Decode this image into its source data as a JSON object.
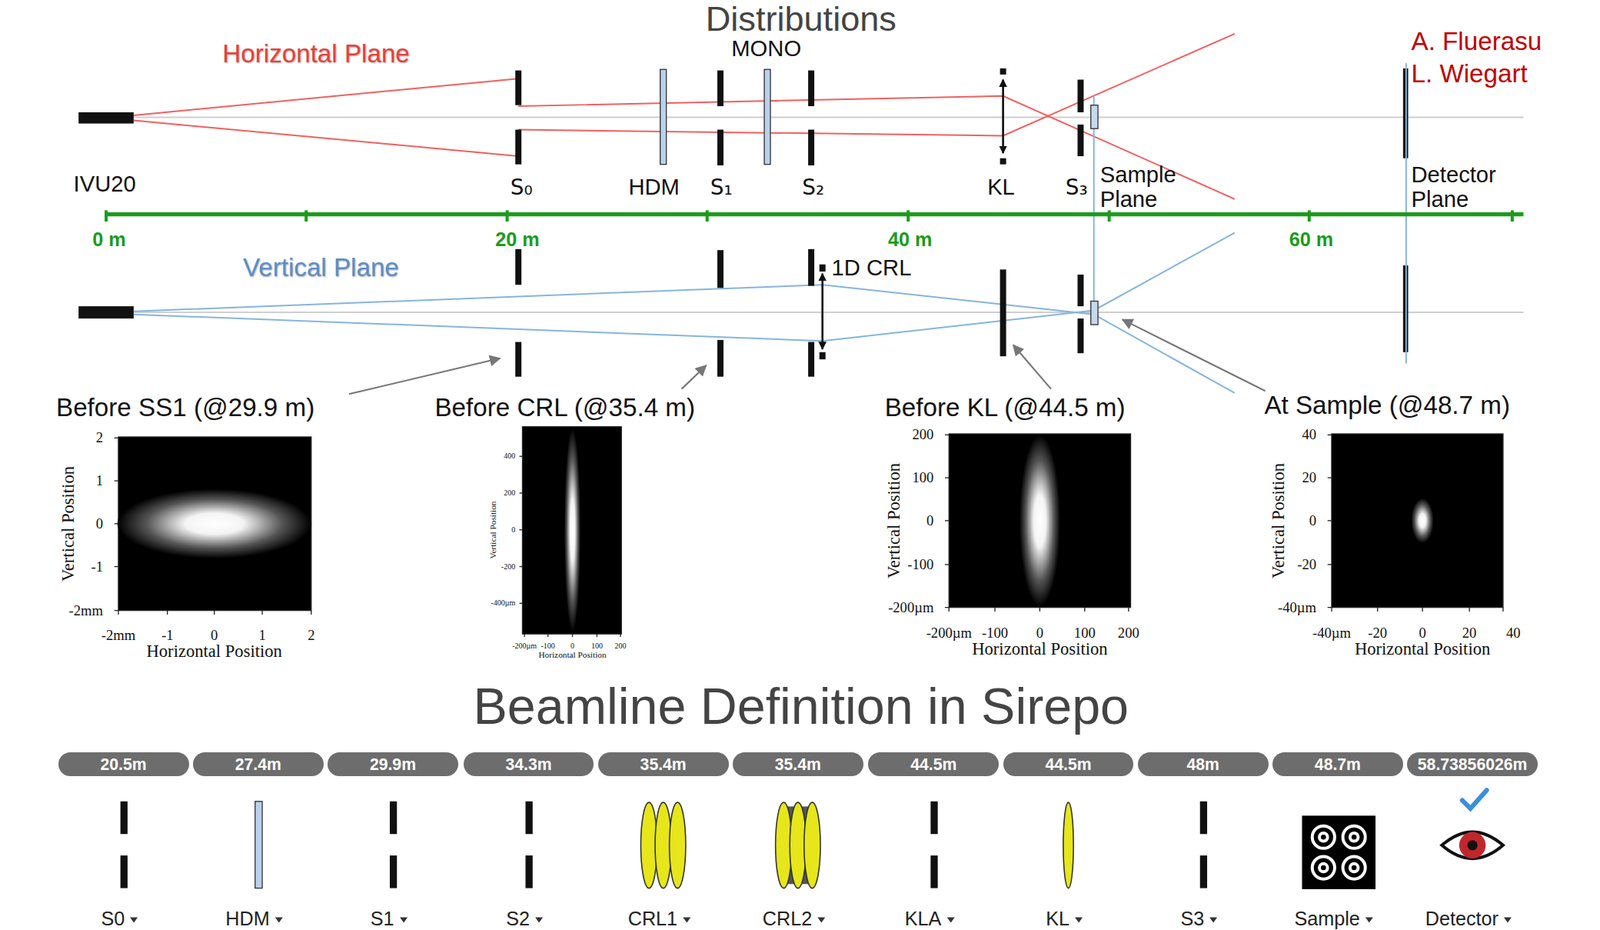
{
  "diagram": {
    "title": "Distributions",
    "nodes": [
      {
        "text": [
          "20.5m"
        ]
      },
      {
        "text": [
          "27.4m"
        ]
      },
      {
        "text": [
          "29.9m"
        ]
      },
      {
        "text": [
          "34.3m"
        ]
      },
      {
        "text": [
          "35.4m"
        ]
      },
      {
        "text": [
          "35.4m"
        ]
      },
      {
        "text": [
          "44.5m"
        ]
      },
      {
        "text": [
          "44.5m"
        ]
      },
      {
        "text": [
          "48m"
        ]
      },
      {
        "text": [
          "48.7m"
        ]
      },
      {
        "text": [
          "58.73856026m"
        ]
      }
    ],
    "labels": [
      "Horizontal Plane",
      "MONO",
      "A. Fluerasu",
      "L. Wiegart",
      "IVU20",
      "S₀",
      "HDM",
      "S₁",
      "S₂",
      "KL",
      "S₃",
      "Sample Plane",
      "Detector Plane",
      "0 m",
      "20 m",
      "40 m",
      "60 m",
      "Vertical Plane",
      "1D CRL",
      "Before SS1 (@29.9 m)",
      "Before CRL (@35.4 m)",
      "Before KL (@44.5 m)",
      "At Sample (@48.7 m)",
      "2",
      "1",
      "0",
      "-1",
      "-2mm",
      "-2mm",
      "-1",
      "0",
      "1",
      "2",
      "Vertical Position",
      "Horizontal Position",
      "400",
      "200",
      "0",
      "-200",
      "-400µm",
      "-200µm",
      "-100",
      "0",
      "100",
      "200",
      "Vertical Position",
      "Horizontal Position",
      "200",
      "100",
      "0",
      "-100",
      "-200µm",
      "-200µm",
      "-100",
      "0",
      "100",
      "200",
      "Vertical Position",
      "Horizontal Position",
      "40",
      "20",
      "0",
      "-20",
      "-40µm",
      "-40µm",
      "-20",
      "0",
      "20",
      "40",
      "Vertical Position",
      "Horizontal Position",
      "Beamline Definition in Sirepo",
      "S0",
      "HDM",
      "S1",
      "S2",
      "CRL1",
      "CRL2",
      "KLA",
      "KL",
      "S3",
      "Sample",
      "Detector"
    ]
  }
}
